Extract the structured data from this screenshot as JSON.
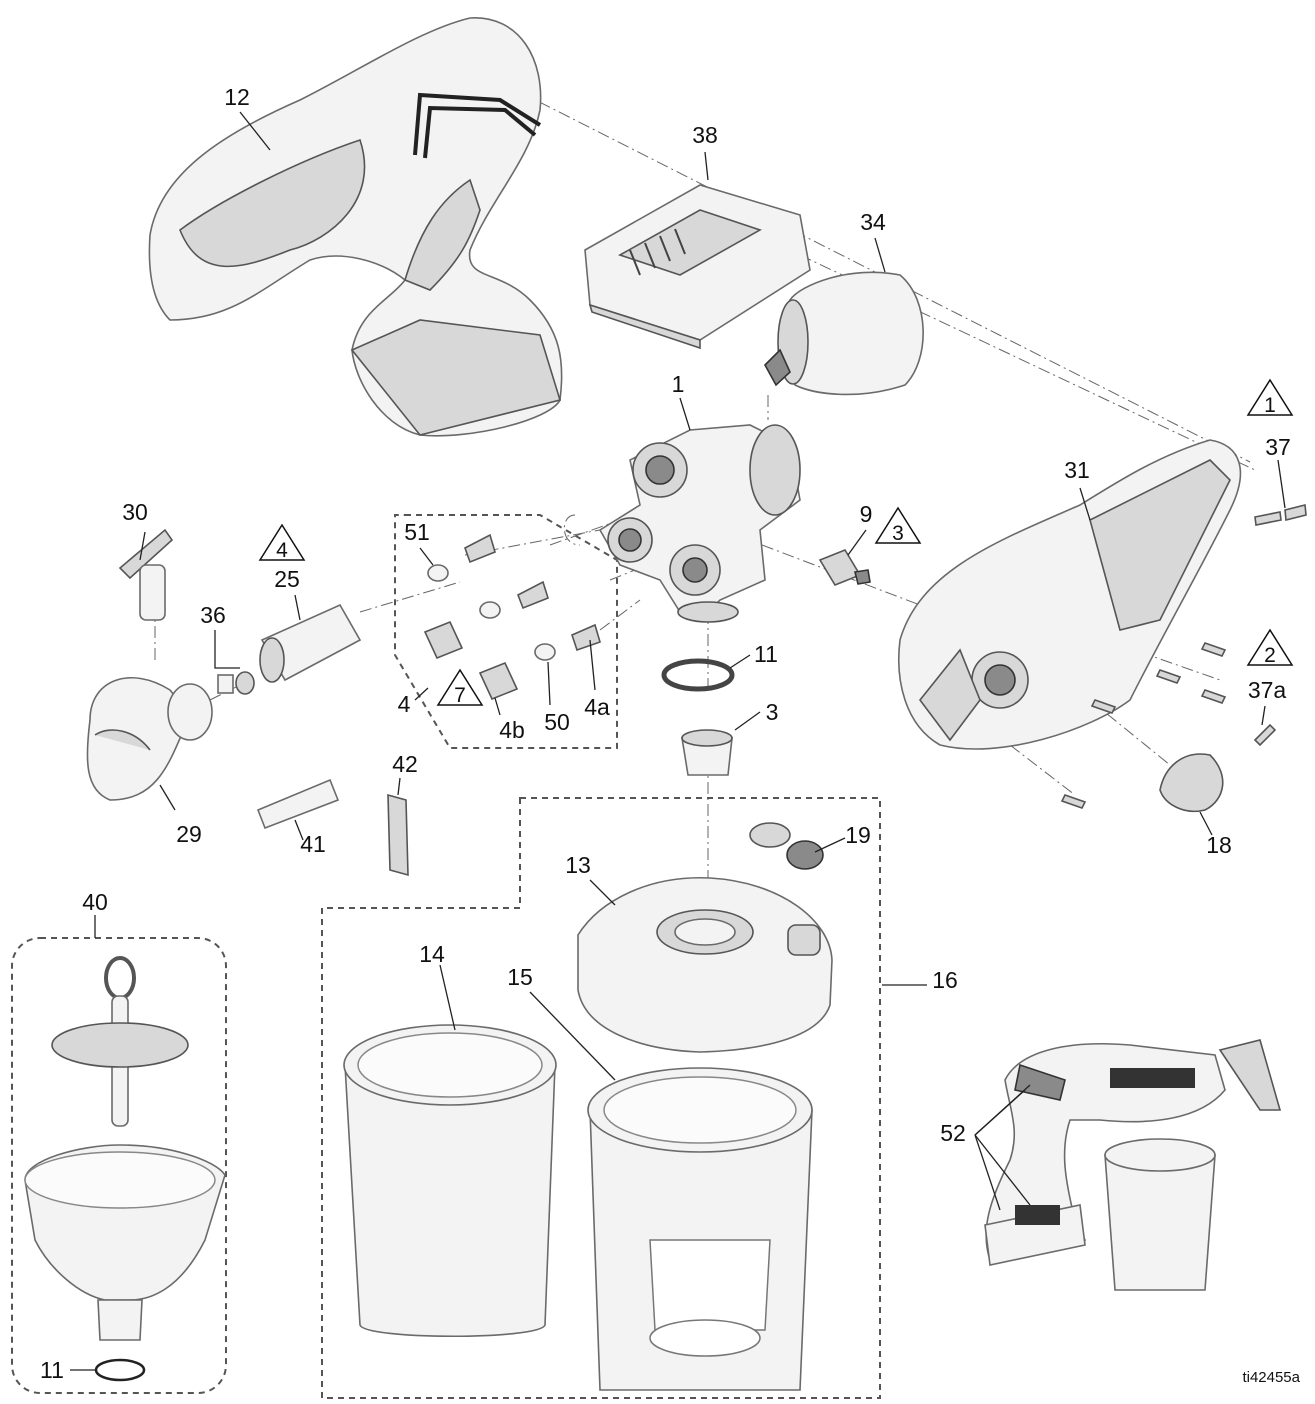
{
  "figure_ref": "ti42455a",
  "callouts": {
    "c12": "12",
    "c38": "38",
    "c34": "34",
    "c1": "1",
    "c37": "37",
    "c31": "31",
    "c30": "30",
    "c51": "51",
    "c25": "25",
    "c36": "36",
    "c9": "9",
    "c11a": "11",
    "c3": "3",
    "c37a": "37a",
    "c29": "29",
    "c41": "41",
    "c42": "42",
    "c4": "4",
    "c4b": "4b",
    "c50": "50",
    "c4a": "4a",
    "c18": "18",
    "c19": "19",
    "c13": "13",
    "c16": "16",
    "c40": "40",
    "c14": "14",
    "c15": "15",
    "c52": "52",
    "c11b": "11"
  },
  "warnings": {
    "w1": "1",
    "w2": "2",
    "w3": "3",
    "w4": "4",
    "w7": "7"
  }
}
